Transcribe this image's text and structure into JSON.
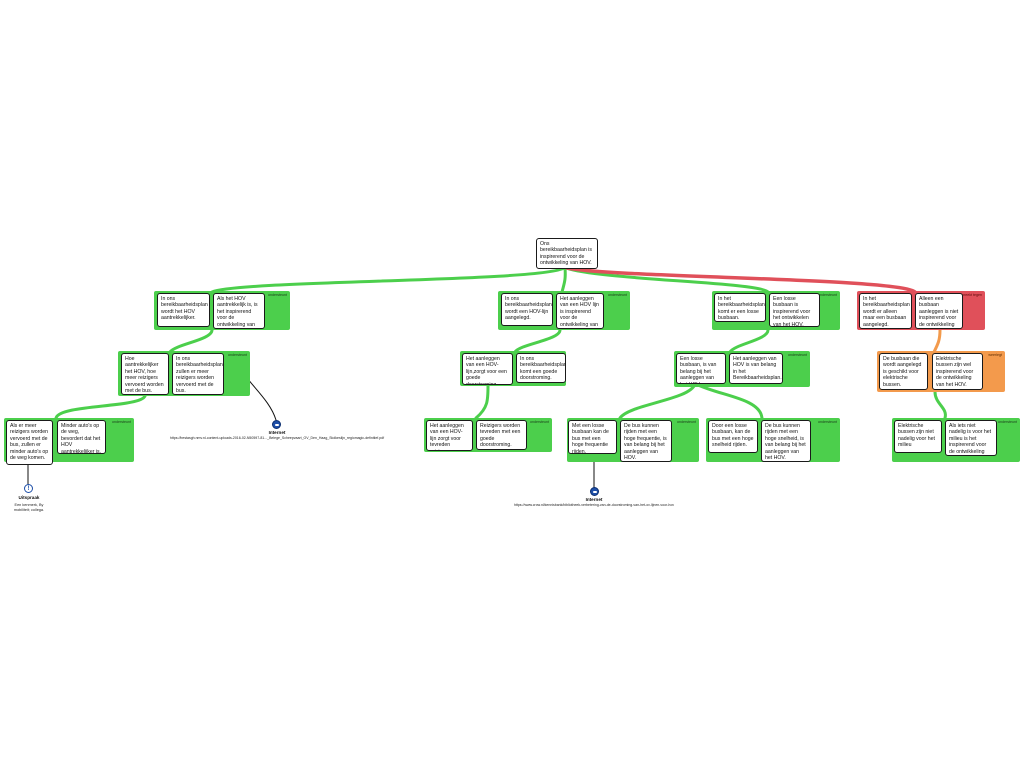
{
  "root": {
    "text": "Ons bereikbaarheidsplan is inspirerend voor de ontwikkeling van HOV."
  },
  "branch1": {
    "label": "ondersteunt",
    "a": "In ons bereikbaarheidsplan wordt het HOV aantrekkelijker.",
    "b": "Als het HOV aantrekkelijk is, is het inspirerend voor de ontwikkeling van het HOV.",
    "sub": {
      "label": "ondersteunt",
      "a": "Hoe aantrekkelijker het HOV, hoe meer reizigers vervoerd worden met de bus.",
      "b": "In ons bereikbaarheidsplan zullen er meer reizigers worden vervoerd met de bus.",
      "sub": {
        "label": "ondersteunt",
        "a": "Als er meer reizigers worden vervoerd met de bus, zullen er minder auto's op de weg komen.",
        "b": "Minder auto's op de weg, bevordert dat het HOV aantrekkelijker is."
      }
    }
  },
  "branch2": {
    "label": "ondersteunt",
    "a": "In ons bereikbaarheidsplan wordt een HOV-lijn aangelegd.",
    "b": "Het aanleggen van een HOV lijn is inspirerend voor de ontwikkeling van HOV.",
    "sub": {
      "label": "ondersteunt",
      "a": "Het aanleggen van een HOV-lijn,zorgt voor een goede doorstroming.",
      "b": "In ons bereikbaarheidsplan komt een goede doorstroming.",
      "sub": {
        "label": "ondersteunt",
        "a": "Het aanleggen van een HOV- lijn zorgt voor tevreden reizigers.",
        "b": "Reizigers worden tevreden met een goede doorstroming."
      }
    }
  },
  "branch3": {
    "label": "ondersteunt",
    "a": "In het bereikbaarheidsplan komt er een losse busbaan.",
    "b": "Een losse busbaan is inspirerend voor het ontwikkelen van het HOV.",
    "sub": {
      "label": "ondersteunt",
      "a": "Een losse busbaan, is van belang bij het aanleggen van het HOV.",
      "b": "Het aanleggen van HOV is van belang in het Bereikbaarheidsplan.",
      "subA": {
        "label": "ondersteunt",
        "a": "Met een losse busbaan kan de bus met een hoge frequentie rijden.",
        "b": "De bus kunnen rijden met een hoge frequentie, is van belang bij het aanleggen van HOV."
      },
      "subB": {
        "label": "ondersteunt",
        "a": "Door een losse busbaan, kan de bus met een hoge snelheid rijden.",
        "b": "De bus kunnen rijden met een hoge snelheid, is van belang bij het aanleggen van het HOV."
      }
    }
  },
  "branch4": {
    "label": "spreekt tegen",
    "a": "In het bereikbaarheidsplan wordt er alleen maar een busbaan aangelegd.",
    "b": "Alleen een busbaan aanleggen is niet inspirerend voor de ontwikkeling van HOV.",
    "sub": {
      "label": "weerlegt",
      "a": "De busbaan die wordt aangelegd is geschikt voor elektrische bussen.",
      "b": "Elektrische bussen zijn wel inspirerend voor de ontwikkeling van het HOV.",
      "sub": {
        "label": "ondersteunt",
        "a": "Elektrische bussen zijn niet nadelig voor het milieu",
        "b": "Als iets niet nadelig is voor het milieu is het inspirerend voor de ontwikkeling van het HOV."
      }
    }
  },
  "sources": {
    "internet1": {
      "title": "Internet",
      "url": "https://bestasgh.nmv.nl-content-uploads-2016-02-N50597-81..._Belege_Scheepvaart_OV_Den_Haag_Stolkeslijn_regiomagic-definitief.pdf"
    },
    "internet2": {
      "title": "Internet",
      "url": "https://www.crow.nl/kennisbank/bibliotheek-verbetering-van-de-doorstroming-van-het-ov-lijnen-voor-hov"
    },
    "origin": {
      "title": "Uitspraak",
      "text1": "Een kenmerk, By",
      "text2": "mobiliteit; collega."
    }
  },
  "colors": {
    "support": "#4ccf4c",
    "oppose": "#e0505a",
    "rebut": "#f39a4c"
  }
}
